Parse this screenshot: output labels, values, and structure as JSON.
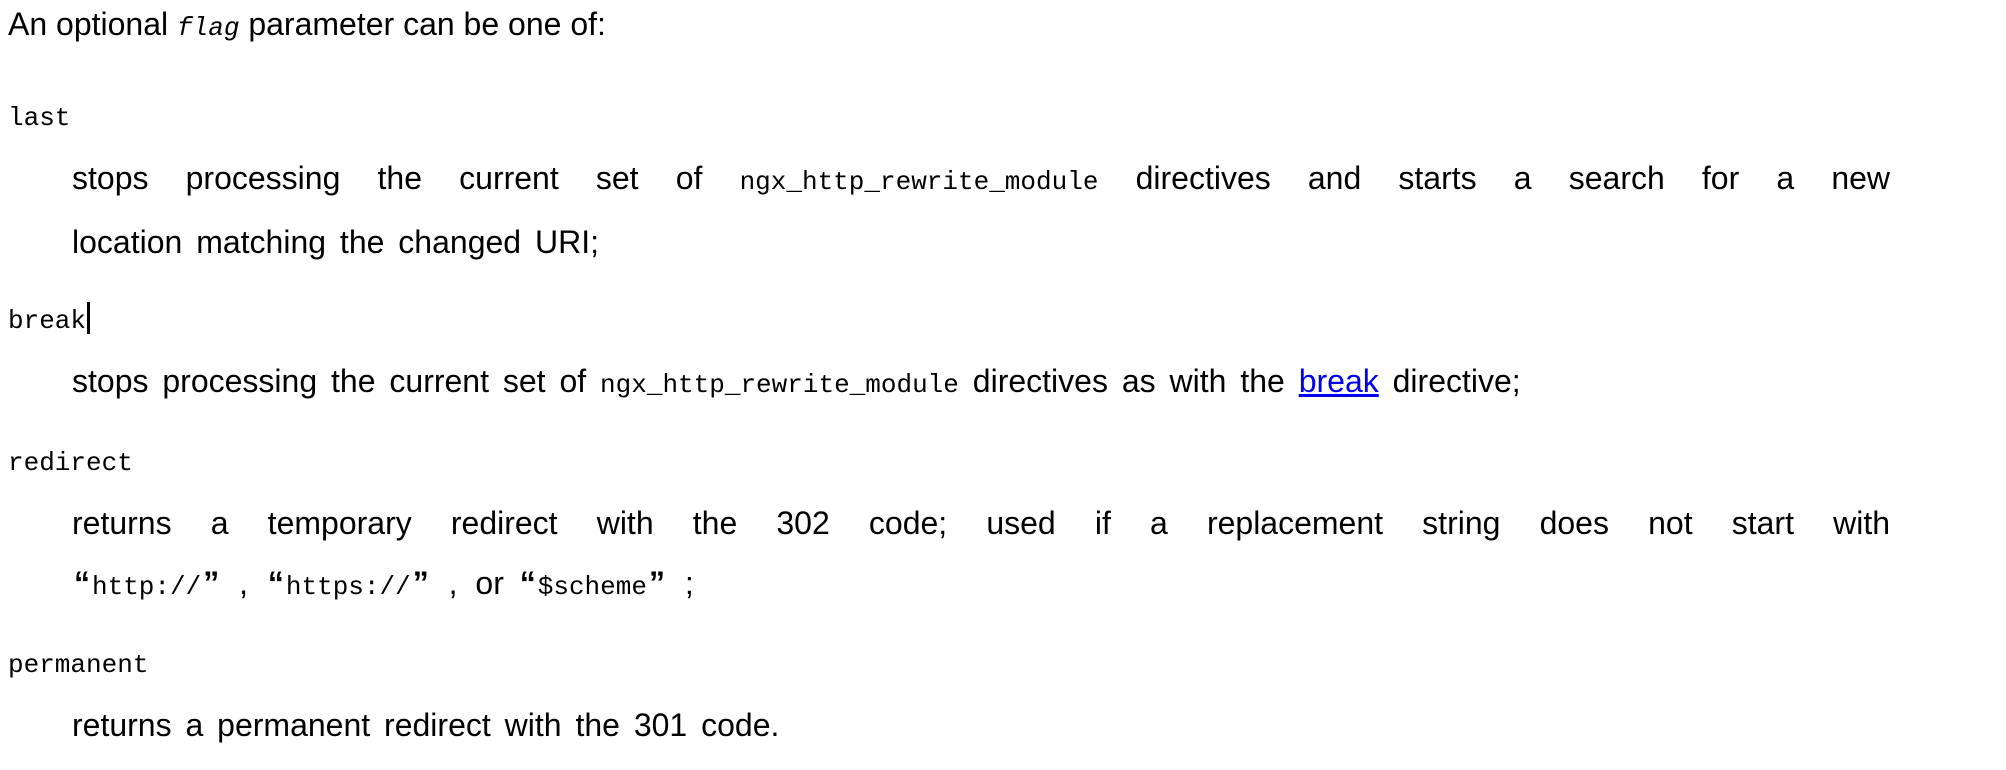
{
  "colors": {
    "background": "#ffffff",
    "text": "#000000",
    "link": "#0000ee"
  },
  "intro": {
    "pre": "An optional",
    "flag": "flag",
    "post": "parameter can be one of:"
  },
  "definitions": {
    "last": {
      "term": "last",
      "line1_text": "stops processing the current set of",
      "line1_code": "ngx_http_rewrite_module",
      "line1_rest": "directives and starts a search for a new",
      "line2": "location matching the changed URI;"
    },
    "break_def": {
      "term": "break",
      "line_text": "stops processing the current set of",
      "line_code": "ngx_http_rewrite_module",
      "line_mid": "directives as with the",
      "link": "break",
      "line_end": "directive;"
    },
    "redirect": {
      "term": "redirect",
      "line1": "returns a temporary redirect with the 302 code; used if a replacement string does not start with",
      "quote_open": "“",
      "quote_close": "”",
      "code1": "http://",
      "sep1": ",",
      "code2": "https://",
      "sep2": ",",
      "or_word": "or",
      "code3": "$scheme",
      "semicolon": ";"
    },
    "permanent": {
      "term": "permanent",
      "line": "returns a permanent redirect with the 301 code."
    }
  }
}
